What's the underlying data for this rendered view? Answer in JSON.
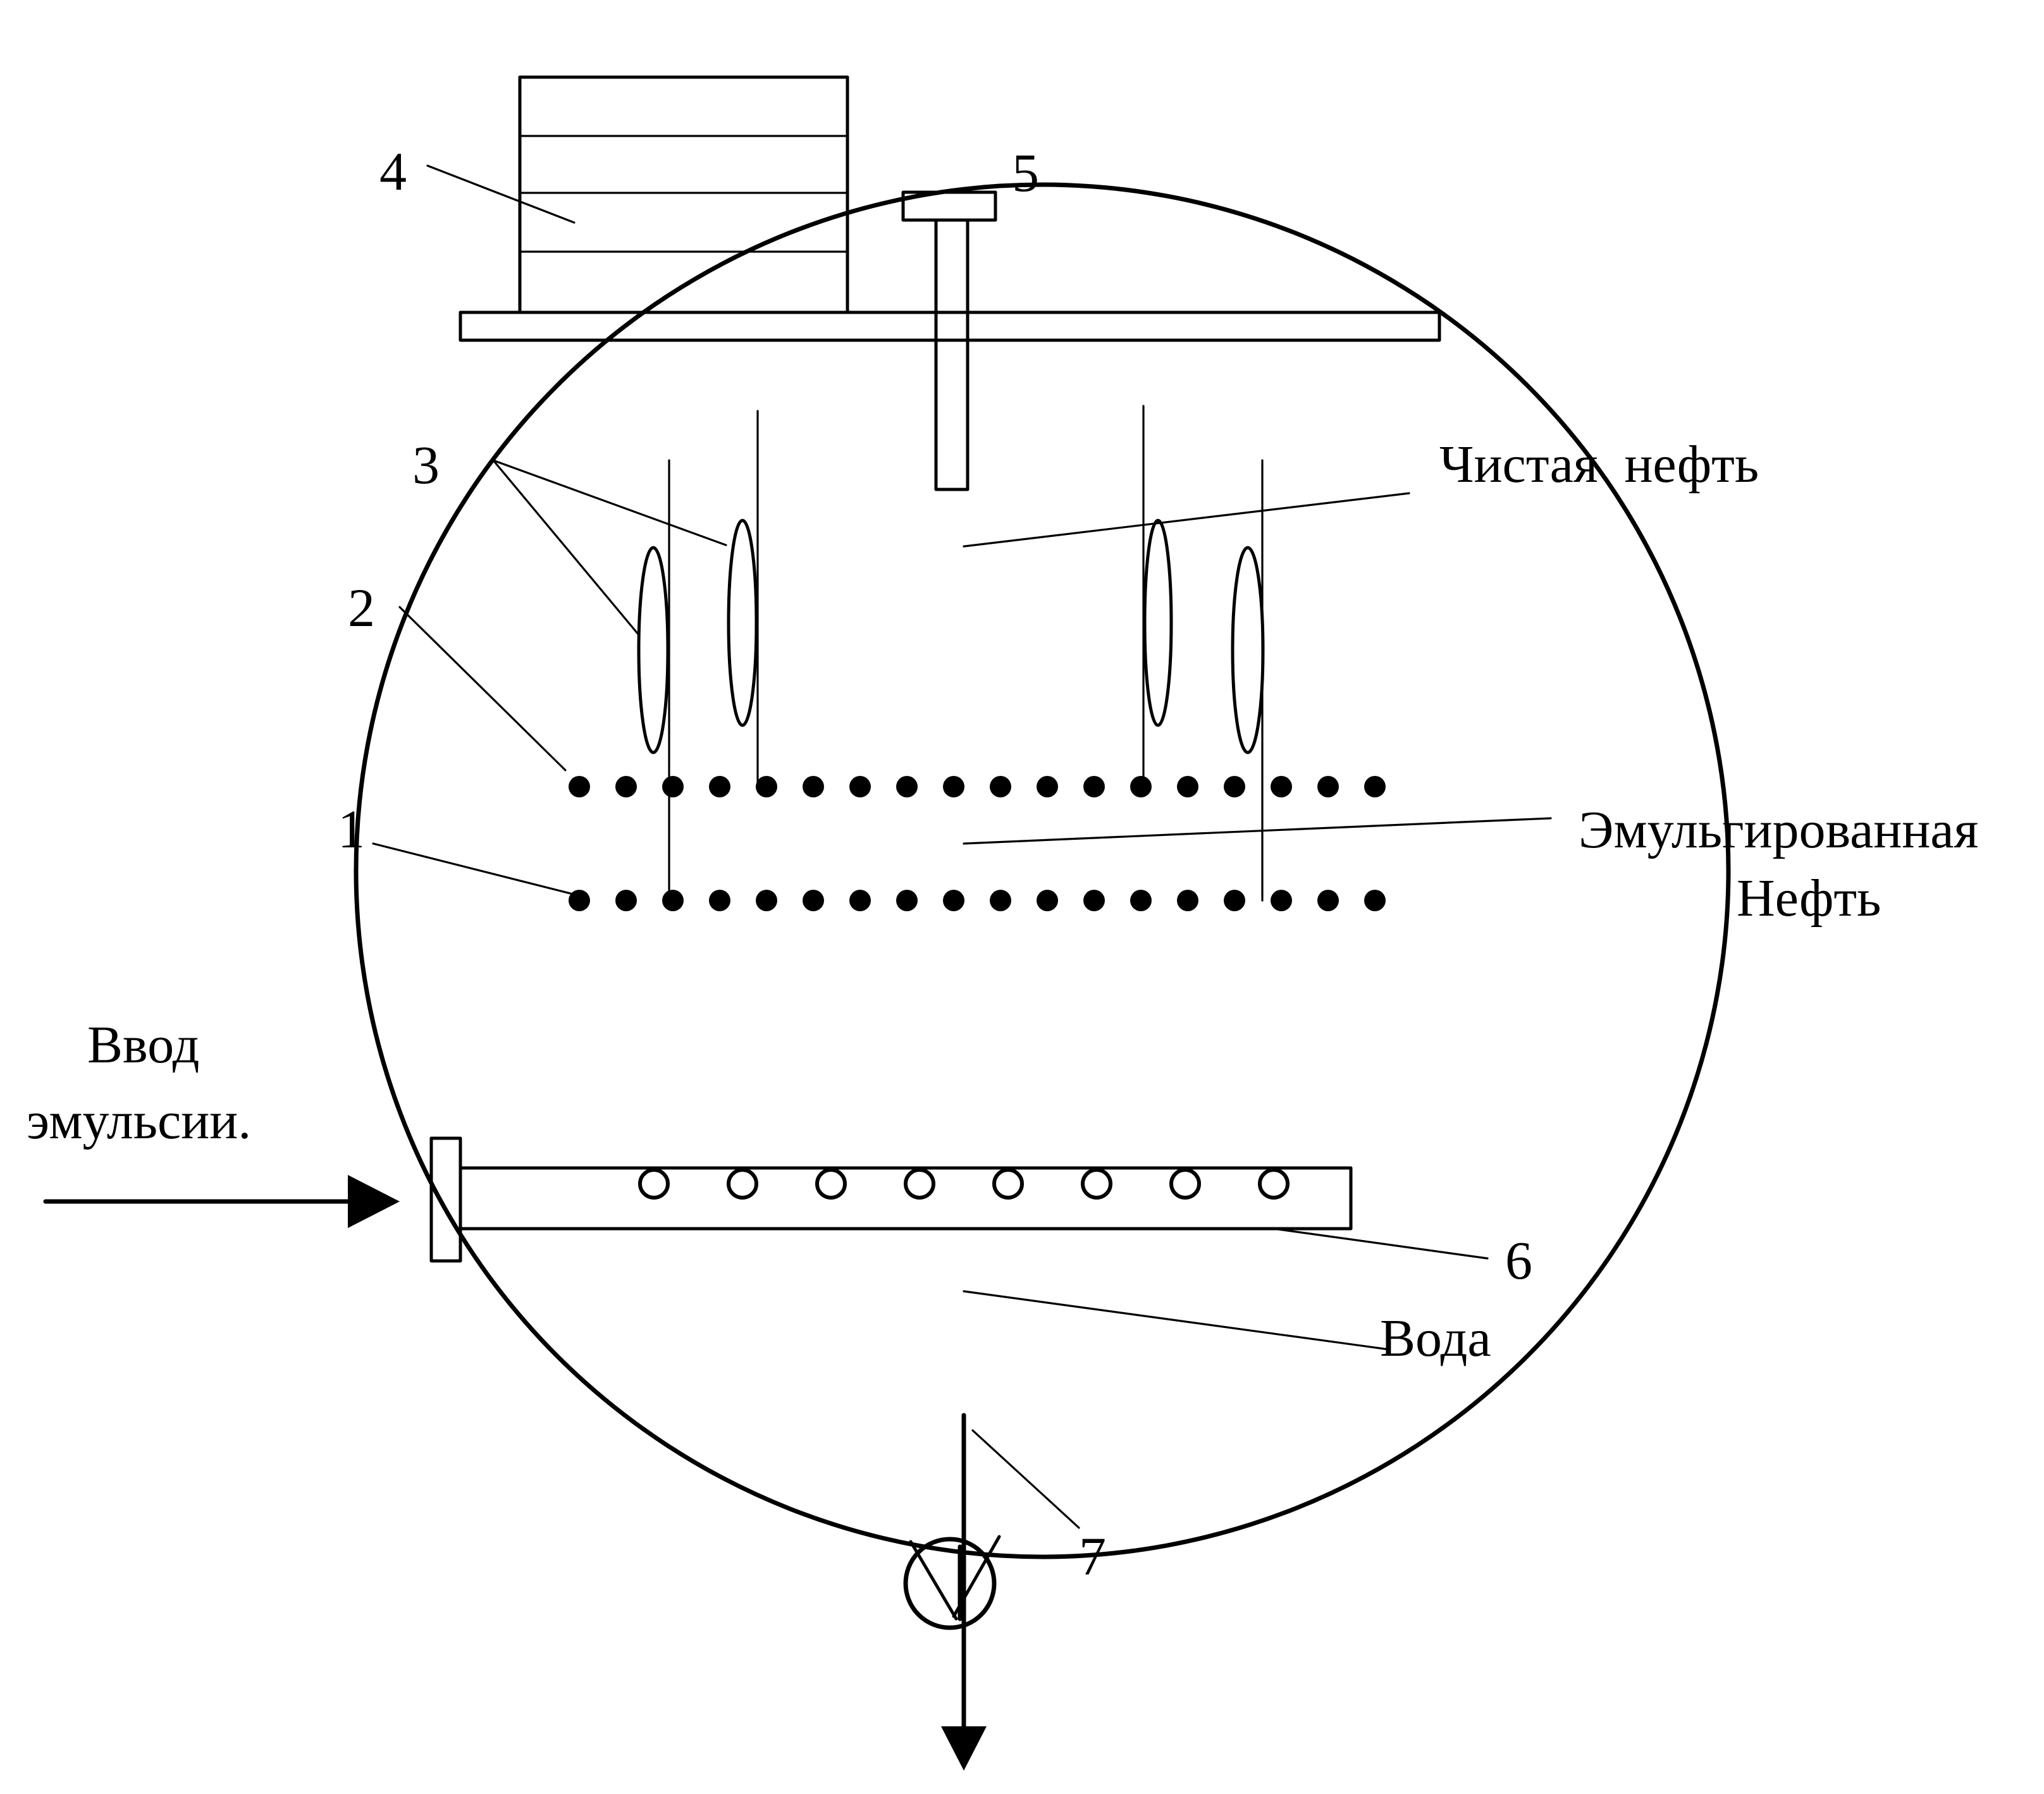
{
  "labels": {
    "n1": "1",
    "n2": "2",
    "n3": "3",
    "n4": "4",
    "n5": "5",
    "n6": "6",
    "n7": "7",
    "clean_oil": "Чистая  нефть",
    "emulsified_oil_line1": "Эмульгированная",
    "emulsified_oil_line2": "Нефть",
    "inlet_line1": "Ввод",
    "inlet_line2": "эмульсии.",
    "water": "Вода"
  },
  "electrode_rows": {
    "row_2_dot_count": 18,
    "row_1_dot_count": 18
  },
  "distributor_hole_count": 8
}
